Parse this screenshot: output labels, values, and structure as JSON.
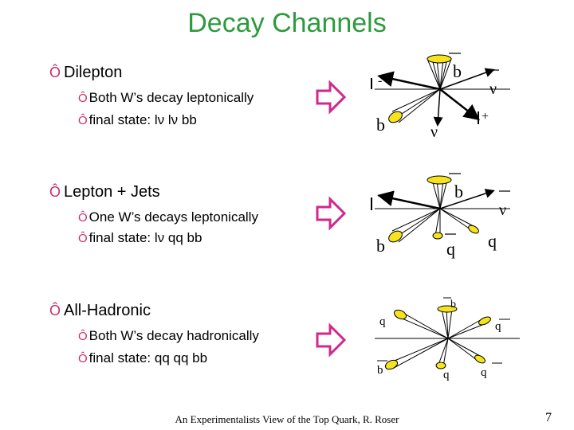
{
  "title": "Decay Channels",
  "bullet_marker": "Ô",
  "channels": [
    {
      "name": "Dilepton",
      "lines": [
        "Both W’s decay leptonically",
        "final state: lν lν bb"
      ],
      "labels": {
        "b_bar": "b",
        "nu_bar": "ν",
        "l_minus": "-",
        "b": "b",
        "nu": "ν",
        "l_plus": "+"
      }
    },
    {
      "name": "Lepton + Jets",
      "lines": [
        "One W’s decays leptonically",
        "final state: lν qq bb"
      ],
      "labels": {
        "b_bar": "b",
        "nu_bar": "ν",
        "l_minus": "-",
        "b": "b",
        "q_bar": "q",
        "q": "q"
      }
    },
    {
      "name": "All-Hadronic",
      "lines": [
        "Both W’s decay hadronically",
        "final state: qq qq bb"
      ],
      "labels": {
        "q_left": "q",
        "b_top": "b",
        "q_bar_right": "q",
        "b_bar_bottom": "b",
        "q_bottom": "q",
        "q_bar_bottom": "q"
      }
    }
  ],
  "colors": {
    "title": "#2e9a3e",
    "bullet": "#cc2a6a",
    "arrow": "#d0288c",
    "jet": "#f5e31e"
  },
  "footer": "An Experimentalists View of the Top Quark, R. Roser",
  "page_number": "7"
}
